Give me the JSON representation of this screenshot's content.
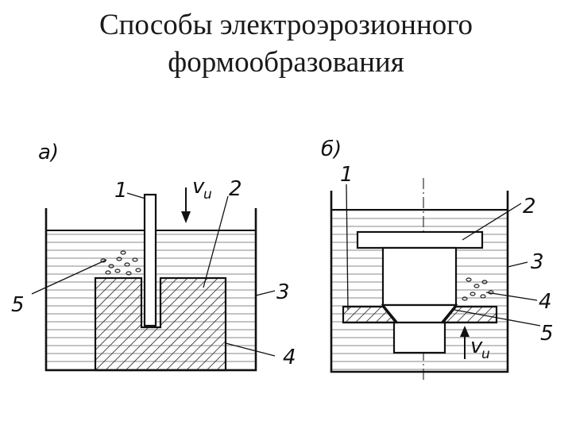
{
  "title": {
    "line1": "Способы электроэрозионного",
    "line2": "формообразования"
  },
  "figure_a": {
    "label": "а)",
    "callouts": [
      "1",
      "2",
      "3",
      "4",
      "5"
    ],
    "velocity": {
      "symbol": "v",
      "subscript": "u"
    }
  },
  "figure_b": {
    "label": "б)",
    "callouts": [
      "1",
      "2",
      "3",
      "4",
      "5"
    ],
    "velocity": {
      "symbol": "v",
      "subscript": "u"
    }
  }
}
